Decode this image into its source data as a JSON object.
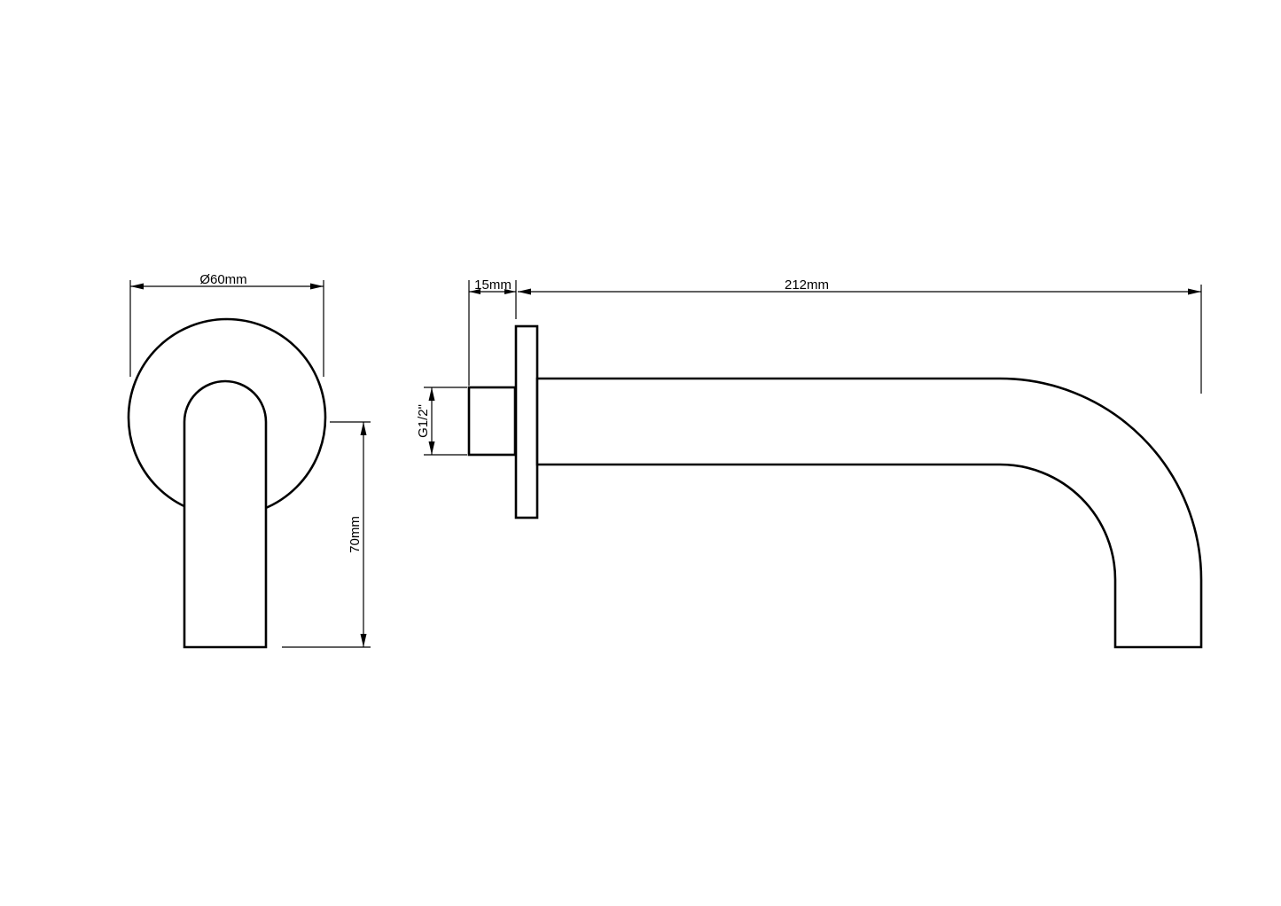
{
  "dimensions": {
    "diameter": "Ø60mm",
    "height": "70mm",
    "thread": "G1/2\"",
    "thread_length": "15mm",
    "spout_length": "212mm"
  },
  "colors": {
    "line": "#000000",
    "background": "#ffffff"
  }
}
